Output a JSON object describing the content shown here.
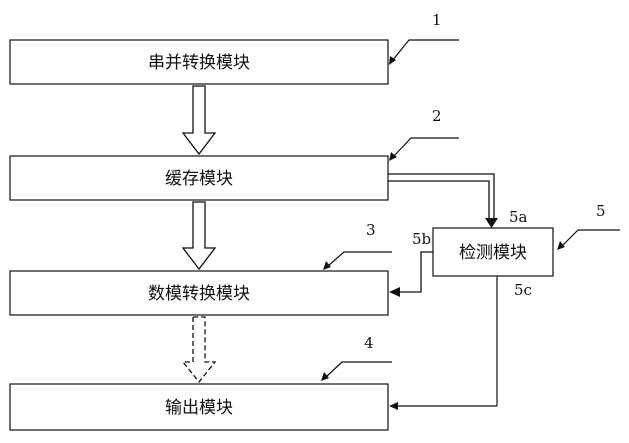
{
  "blocks": {
    "serial_parallel": "串并转换模块",
    "buffer": "缓存模块",
    "dac": "数模转换模块",
    "output": "输出模块",
    "detection": "检测模块"
  },
  "refs": {
    "r1": "1",
    "r2": "2",
    "r3": "3",
    "r4": "4",
    "r5": "5",
    "r5a": "5a",
    "r5b": "5b",
    "r5c": "5c"
  }
}
